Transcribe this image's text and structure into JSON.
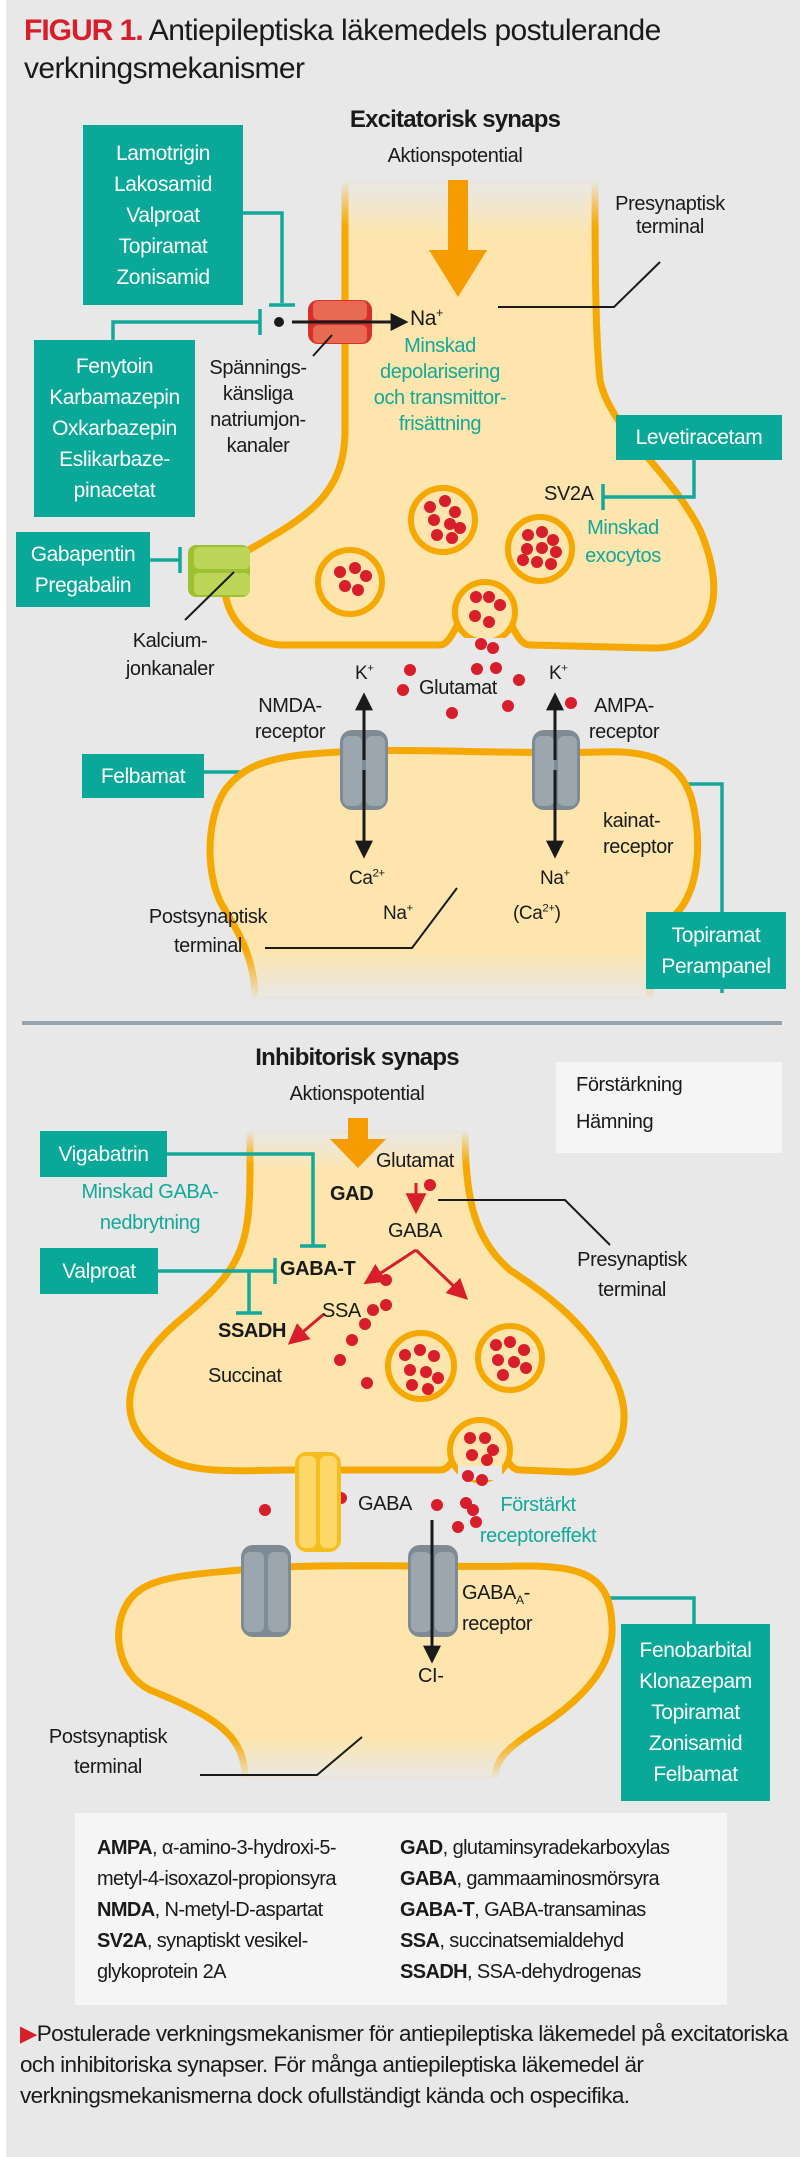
{
  "title": {
    "figure_label": "FIGUR 1.",
    "text": "Antiepileptiska läkemedels postulerande verkningsmekanismer"
  },
  "colors": {
    "teal": "#0aa898",
    "membrane": "#f5a800",
    "cytoplasm": "#fde5ad",
    "vesicle_dots": "#d81e2a",
    "na_channel": "#e0443a",
    "ca_channel": "#a8c83a",
    "receptor": "#8f9aa3",
    "action_arrow": "#f59c00",
    "accent_red": "#d81e2a"
  },
  "excitatory": {
    "heading": "Excitatorisk synaps",
    "action_potential": "Aktionspotential",
    "presynaptic_label": [
      "Presynaptisk",
      "terminal"
    ],
    "postsynaptic_label": [
      "Postsynaptisk",
      "terminal"
    ],
    "na_ion": "Na",
    "na_charge": "+",
    "effect_depolarization": [
      "Minskad",
      "depolarisering",
      "och transmittor-",
      "frisättning"
    ],
    "sodium_channel_label": [
      "Spännings-",
      "känsliga",
      "natriumjon-",
      "kanaler"
    ],
    "calcium_channel_label": [
      "Kalcium-",
      "jonkanaler"
    ],
    "sv2a": "SV2A",
    "effect_exocytosis": [
      "Minskad",
      "exocytos"
    ],
    "glutamate": "Glutamat",
    "nmda_label": [
      "NMDA-",
      "receptor"
    ],
    "ampa_label": [
      "AMPA-",
      "receptor"
    ],
    "kainate_label": [
      "kainat-",
      "receptor"
    ],
    "k_ion": "K",
    "ca_ion": "Ca",
    "ca_charge": "2+",
    "na_post": "Na",
    "ca_paren": "(Ca",
    "drug_boxes": {
      "sodium_a": [
        "Lamotrigin",
        "Lakosamid",
        "Valproat",
        "Topiramat",
        "Zonisamid"
      ],
      "sodium_b": [
        "Fenytoin",
        "Karbamazepin",
        "Oxkarbazepin",
        "Eslikarbaze-",
        "pinacetat"
      ],
      "calcium": [
        "Gabapentin",
        "Pregabalin"
      ],
      "sv2a": [
        "Levetiracetam"
      ],
      "nmda": [
        "Felbamat"
      ],
      "ampa": [
        "Topiramat",
        "Perampanel"
      ]
    }
  },
  "inhibitory": {
    "heading": "Inhibitorisk synaps",
    "action_potential": "Aktionspotential",
    "glutamate": "Glutamat",
    "gad": "GAD",
    "gaba": "GABA",
    "gaba_t": "GABA-T",
    "ssa": "SSA",
    "ssadh": "SSADH",
    "succinate": "Succinat",
    "effect_breakdown": [
      "Minskad GABA-",
      "nedbrytning"
    ],
    "presynaptic_label": [
      "Presynaptisk",
      "terminal"
    ],
    "postsynaptic_label": [
      "Postsynaptisk",
      "terminal"
    ],
    "gaba_cleft": "GABA",
    "effect_receptor": [
      "Förstärkt",
      "receptoreffekt"
    ],
    "gaba_a_receptor": {
      "main": "GABA",
      "sub": "A",
      "suffix": "-",
      "line2": "receptor"
    },
    "chloride": "CI-",
    "drug_boxes": {
      "vigabatrin": [
        "Vigabatrin"
      ],
      "valproat": [
        "Valproat"
      ],
      "gaba_a": [
        "Fenobarbital",
        "Klonazepam",
        "Topiramat",
        "Zonisamid",
        "Felbamat"
      ]
    }
  },
  "legend": {
    "items": [
      {
        "label": "Förstärkning",
        "symbol": "arrow"
      },
      {
        "label": "Hämning",
        "symbol": "inhibition-bar"
      }
    ]
  },
  "abbreviations": {
    "left": [
      {
        "term": "AMPA",
        "def": ", α-amino-3-hydroxi-5-"
      },
      {
        "term": "",
        "def": "metyl-4-isoxazol-propionsyra"
      },
      {
        "term": "NMDA",
        "def": ", N-metyl-D-aspartat"
      },
      {
        "term": "SV2A",
        "def": ", synaptiskt vesikel-"
      },
      {
        "term": "",
        "def": "glykoprotein 2A"
      }
    ],
    "right": [
      {
        "term": "GAD",
        "def": ", glutaminsyradekarboxylas"
      },
      {
        "term": "GABA",
        "def": ", gammaaminosmörsyra"
      },
      {
        "term": "GABA-T",
        "def": ", GABA-transaminas"
      },
      {
        "term": "SSA",
        "def": ", succinatsemialdehyd"
      },
      {
        "term": "SSADH",
        "def": ", SSA-dehydrogenas"
      }
    ]
  },
  "caption": {
    "marker": "▶",
    "text": "Postulerade verkningsmekanismer för antiepileptiska läkemedel på excitatoriska och inhibitoriska synapser. För många antiepileptiska läkemedel är verkningsmekanismerna dock ofullständigt kända och ospecifika."
  }
}
